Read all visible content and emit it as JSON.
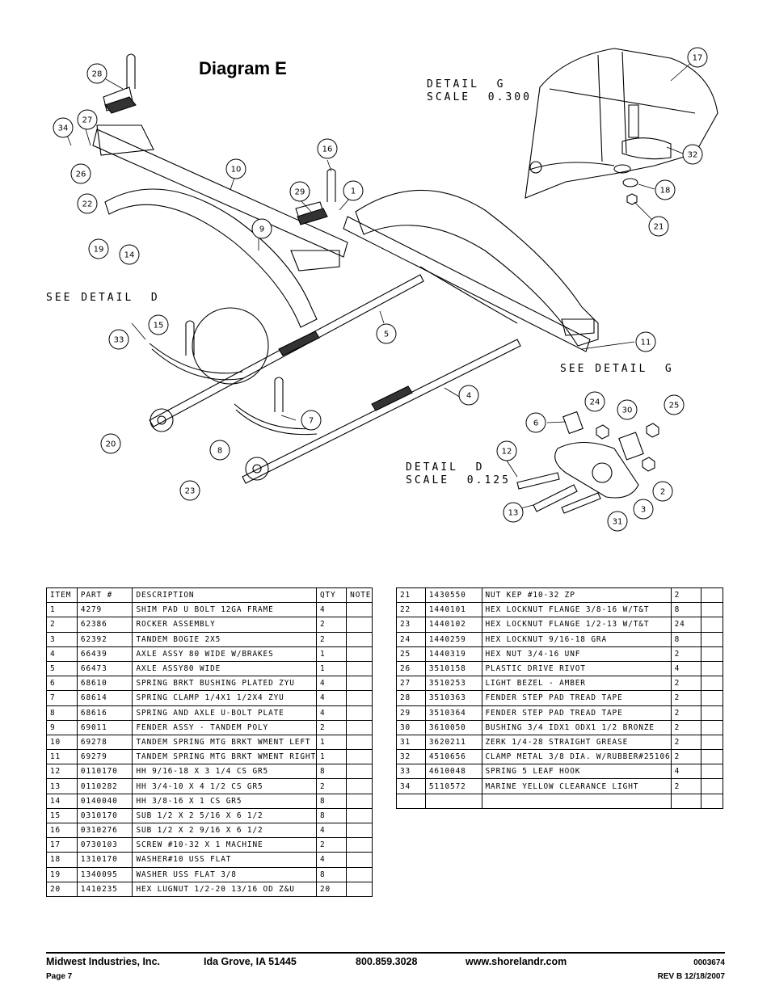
{
  "title": "Diagram E",
  "detail_g": {
    "line1": "DETAIL  G",
    "line2": "SCALE  0.300"
  },
  "detail_d": {
    "line1": "DETAIL  D",
    "line2": "SCALE  0.125"
  },
  "see_detail_d": "SEE DETAIL  D",
  "see_detail_g": "SEE DETAIL  G",
  "callouts": [
    "28",
    "34",
    "27",
    "26",
    "22",
    "19",
    "14",
    "10",
    "9",
    "16",
    "29",
    "1",
    "15",
    "33",
    "5",
    "11",
    "4",
    "6",
    "24",
    "30",
    "25",
    "12",
    "13",
    "3",
    "2",
    "31",
    "20",
    "8",
    "23",
    "7",
    "17",
    "32",
    "18",
    "21"
  ],
  "table_headers": {
    "item": "ITEM",
    "part": "PART #",
    "description": "DESCRIPTION",
    "qty": "QTY",
    "note": "NOTE"
  },
  "parts_left": [
    {
      "item": "1",
      "part": "4279",
      "desc": "SHIM PAD   U BOLT 12GA FRAME",
      "qty": "4"
    },
    {
      "item": "2",
      "part": "62386",
      "desc": "ROCKER ASSEMBLY",
      "qty": "2"
    },
    {
      "item": "3",
      "part": "62392",
      "desc": "TANDEM BOGIE   2X5",
      "qty": "2"
    },
    {
      "item": "4",
      "part": "66439",
      "desc": "AXLE ASSY 80 WIDE W/BRAKES",
      "qty": "1"
    },
    {
      "item": "5",
      "part": "66473",
      "desc": "AXLE ASSY80 WIDE",
      "qty": "1"
    },
    {
      "item": "6",
      "part": "68610",
      "desc": "SPRING BRKT BUSHING PLATED ZYU",
      "qty": "4"
    },
    {
      "item": "7",
      "part": "68614",
      "desc": "SPRING CLAMP   1/4X1 1/2X4  ZYU",
      "qty": "4"
    },
    {
      "item": "8",
      "part": "68616",
      "desc": "SPRING AND AXLE U-BOLT PLATE",
      "qty": "4"
    },
    {
      "item": "9",
      "part": "69011",
      "desc": "FENDER ASSY - TANDEM POLY",
      "qty": "2"
    },
    {
      "item": "10",
      "part": "69278",
      "desc": "TANDEM SPRING MTG BRKT WMENT LEFT",
      "qty": "1"
    },
    {
      "item": "11",
      "part": "69279",
      "desc": "TANDEM SPRING MTG BRKT WMENT RIGHT",
      "qty": "1"
    },
    {
      "item": "12",
      "part": "0110170",
      "desc": "HH 9/16-18 X 3 1/4 CS GR5",
      "qty": "8"
    },
    {
      "item": "13",
      "part": "0110282",
      "desc": "HH 3/4-10 X 4 1/2 CS GR5",
      "qty": "2"
    },
    {
      "item": "14",
      "part": "0140040",
      "desc": "HH 3/8-16 X 1 CS GR5",
      "qty": "8"
    },
    {
      "item": "15",
      "part": "0310170",
      "desc": "SUB 1/2 X 2 5/16 X 6 1/2",
      "qty": "8"
    },
    {
      "item": "16",
      "part": "0310276",
      "desc": "SUB 1/2 X 2 9/16 X 6 1/2",
      "qty": "4"
    },
    {
      "item": "17",
      "part": "0730103",
      "desc": "SCREW #10-32 X 1 MACHINE",
      "qty": "2"
    },
    {
      "item": "18",
      "part": "1310170",
      "desc": "WASHER#10 USS FLAT",
      "qty": "4"
    },
    {
      "item": "19",
      "part": "1340095",
      "desc": "WASHER USS FLAT 3/8",
      "qty": "8"
    },
    {
      "item": "20",
      "part": "1410235",
      "desc": "HEX LUGNUT 1/2-20 13/16 OD Z&U",
      "qty": "20"
    }
  ],
  "parts_right": [
    {
      "item": "21",
      "part": "1430550",
      "desc": "NUT KEP #10-32 ZP",
      "qty": "2"
    },
    {
      "item": "22",
      "part": "1440101",
      "desc": "HEX LOCKNUT FLANGE 3/8-16 W/T&T",
      "qty": "8"
    },
    {
      "item": "23",
      "part": "1440102",
      "desc": "HEX LOCKNUT FLANGE 1/2-13 W/T&T",
      "qty": "24"
    },
    {
      "item": "24",
      "part": "1440259",
      "desc": "HEX LOCKNUT 9/16-18 GRA",
      "qty": "8"
    },
    {
      "item": "25",
      "part": "1440319",
      "desc": "HEX NUT 3/4-16 UNF",
      "qty": "2"
    },
    {
      "item": "26",
      "part": "3510158",
      "desc": "PLASTIC DRIVE RIVOT",
      "qty": "4"
    },
    {
      "item": "27",
      "part": "3510253",
      "desc": "LIGHT BEZEL - AMBER",
      "qty": "2"
    },
    {
      "item": "28",
      "part": "3510363",
      "desc": "FENDER STEP PAD TREAD TAPE",
      "qty": "2"
    },
    {
      "item": "29",
      "part": "3510364",
      "desc": "FENDER STEP PAD TREAD TAPE",
      "qty": "2"
    },
    {
      "item": "30",
      "part": "3610050",
      "desc": "BUSHING  3/4 IDX1 ODX1 1/2 BRONZE",
      "qty": "2"
    },
    {
      "item": "31",
      "part": "3620211",
      "desc": "ZERK  1/4-28 STRAIGHT GREASE",
      "qty": "2"
    },
    {
      "item": "32",
      "part": "4510656",
      "desc": "CLAMP METAL 3/8 DIA. W/RUBBER#25106",
      "qty": "2"
    },
    {
      "item": "33",
      "part": "4610048",
      "desc": "SPRING  5 LEAF HOOK",
      "qty": "4"
    },
    {
      "item": "34",
      "part": "5110572",
      "desc": "MARINE YELLOW CLEARANCE LIGHT",
      "qty": "2"
    }
  ],
  "footer": {
    "company": "Midwest Industries, Inc.",
    "city": "Ida Grove, IA  51445",
    "phone": "800.859.3028",
    "web": "www.shorelandr.com",
    "doc_number": "0003674",
    "page": "Page 7",
    "rev": "REV B  12/18/2007"
  }
}
